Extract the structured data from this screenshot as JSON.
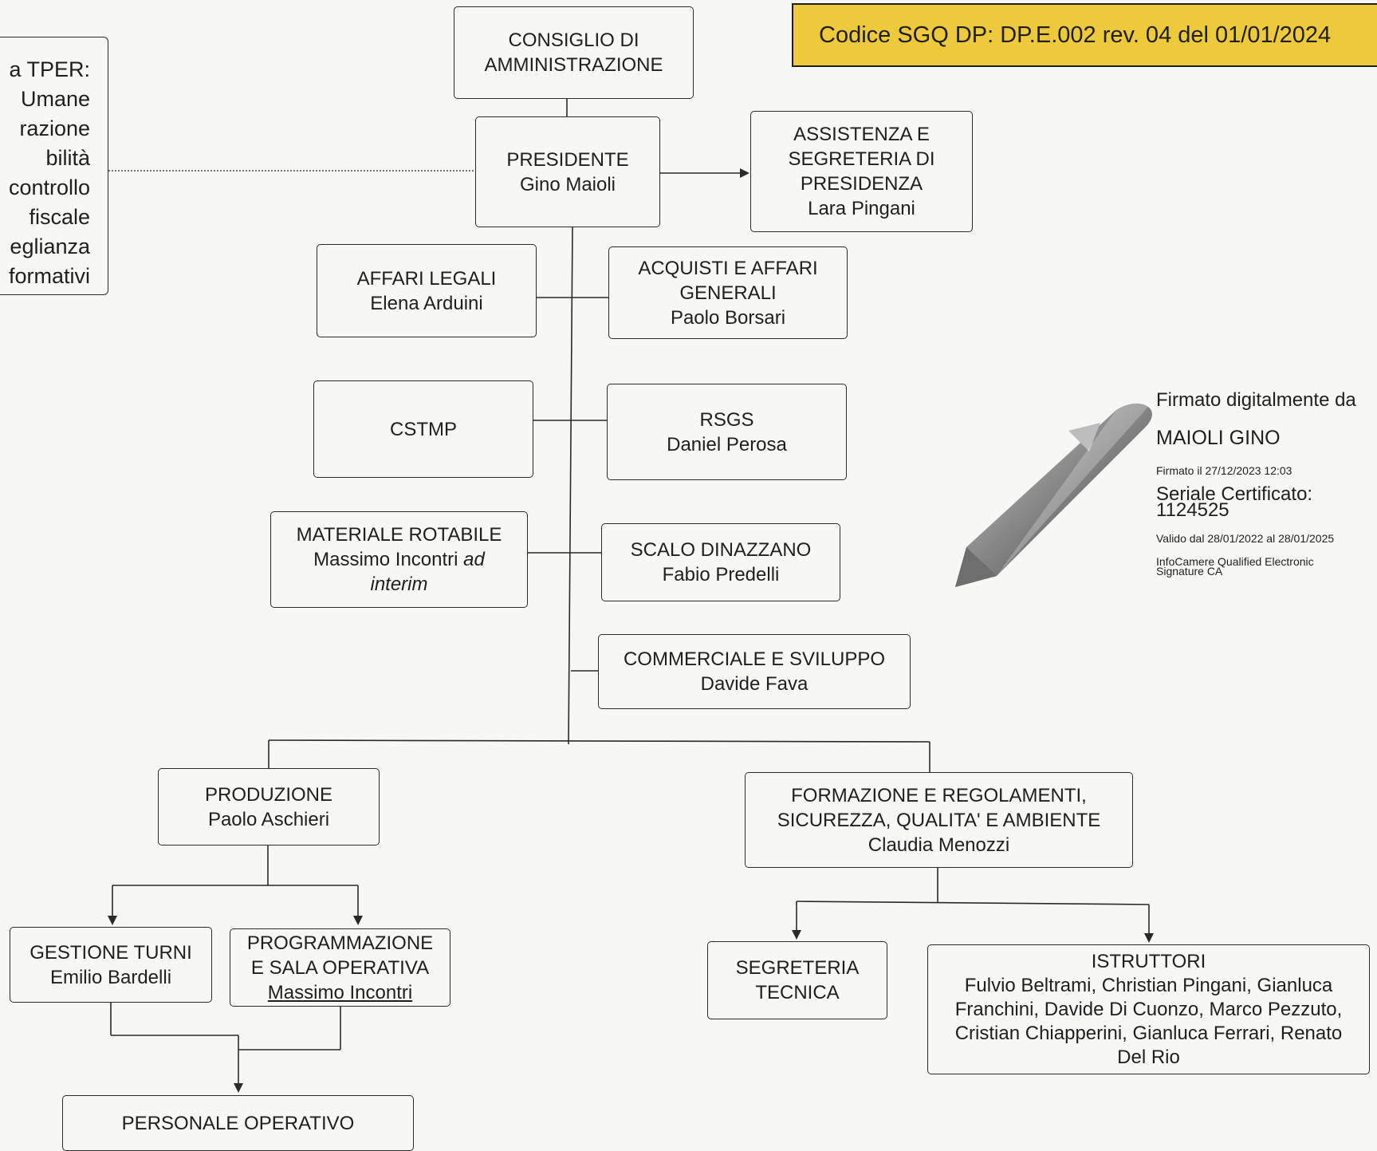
{
  "doc_code": "Codice SGQ DP: DP.E.002 rev. 04 del 01/01/2024",
  "side_panel": {
    "lines": [
      "a TPER:",
      "Umane",
      "razione",
      "bilità",
      "controllo",
      "fiscale",
      "eglianza",
      "formativi"
    ]
  },
  "board": {
    "title_1": "CONSIGLIO DI",
    "title_2": "AMMINISTRAZIONE"
  },
  "president": {
    "title": "PRESIDENTE",
    "name": "Gino Maioli"
  },
  "assistance": {
    "line1": "ASSISTENZA E",
    "line2": "SEGRETERIA DI",
    "line3": "PRESIDENZA",
    "name": "Lara Pingani"
  },
  "legal": {
    "title": "AFFARI LEGALI",
    "name": "Elena Arduini"
  },
  "purchasing": {
    "line1": "ACQUISTI E AFFARI",
    "line2": "GENERALI",
    "name": "Paolo Borsari"
  },
  "cstmp": {
    "title": "CSTMP"
  },
  "rsgs": {
    "title": "RSGS",
    "name": "Daniel Perosa"
  },
  "rolling_stock": {
    "title": "MATERIALE ROTABILE",
    "name": "Massimo Incontri",
    "interim": "ad",
    "interim_2": "interim"
  },
  "scalo": {
    "title": "SCALO DINAZZANO",
    "name": "Fabio Predelli"
  },
  "commercial": {
    "title": "COMMERCIALE E SVILUPPO",
    "name": "Davide Fava"
  },
  "production": {
    "title": "PRODUZIONE",
    "name": "Paolo Aschieri"
  },
  "training": {
    "line1": "FORMAZIONE E REGOLAMENTI,",
    "line2": "SICUREZZA, QUALITA' E AMBIENTE",
    "name": "Claudia Menozzi"
  },
  "shifts": {
    "title": "GESTIONE TURNI",
    "name": "Emilio Bardelli"
  },
  "planning": {
    "line1": "PROGRAMMAZIONE",
    "line2": "E SALA OPERATIVA",
    "name": "Massimo Incontri"
  },
  "tech_secretariat": {
    "line1": "SEGRETERIA",
    "line2": "TECNICA"
  },
  "instructors": {
    "title": "ISTRUTTORI",
    "line1": "Fulvio Beltrami, Christian Pingani, Gianluca",
    "line2": "Franchini, Davide Di Cuonzo, Marco Pezzuto,",
    "line3": "Cristian Chiapperini, Gianluca Ferrari, Renato",
    "line4": "Del Rio"
  },
  "operative_staff": {
    "title": "PERSONALE OPERATIVO"
  },
  "signature": {
    "label": "Firmato digitalmente da",
    "signer": "MAIOLI GINO",
    "signed_on": "Firmato il 27/12/2023 12:03",
    "serial_label": "Seriale Certificato:",
    "serial": "1124525",
    "validity": "Valido dal 28/01/2022 al 28/01/2025",
    "ca": "InfoCamere Qualified Electronic Signature CA"
  }
}
